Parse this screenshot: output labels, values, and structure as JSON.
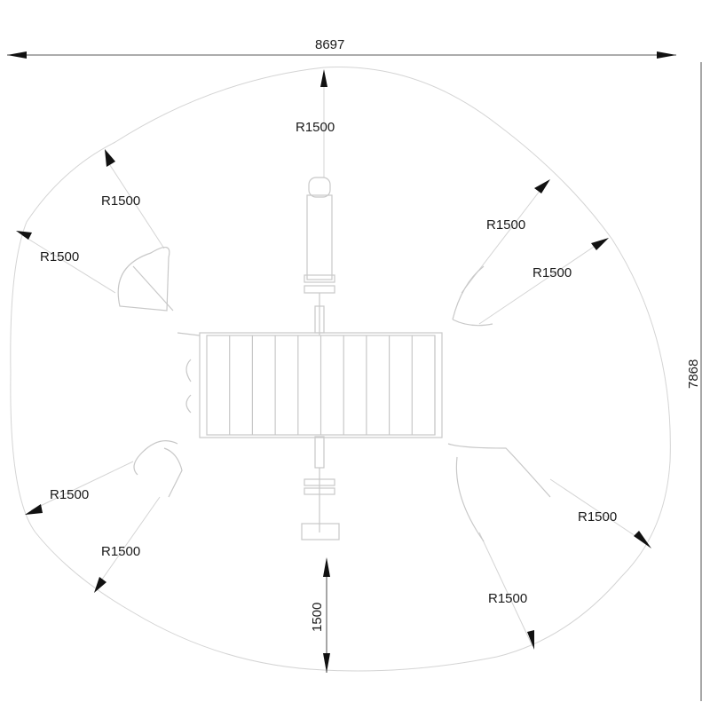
{
  "drawing": {
    "overall_width": "8697",
    "overall_height": "7868",
    "bottom_clearance": "1500",
    "radius_labels": [
      "R1500",
      "R1500",
      "R1500",
      "R1500",
      "R1500",
      "R1500",
      "R1500",
      "R1500",
      "R1500"
    ]
  },
  "colors": {
    "dimension": "#111111",
    "equipment": "#c8c8c8",
    "zone": "#d4d4d4"
  }
}
